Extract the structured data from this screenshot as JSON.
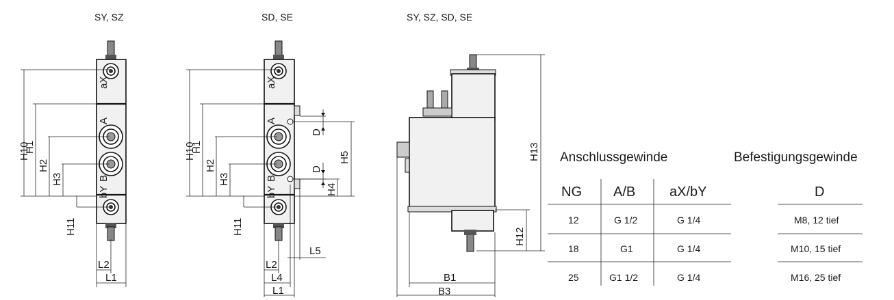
{
  "views": {
    "v1": {
      "title": "SY, SZ",
      "dims": {
        "h10": "H10",
        "h1": "H1",
        "h2": "H2",
        "h3": "H3",
        "h11": "H11",
        "l2": "L2",
        "l1": "L1"
      },
      "ports": {
        "a": "A",
        "b": "B",
        "ax": "aX",
        "by": "bY"
      }
    },
    "v2": {
      "title": "SD, SE",
      "dims": {
        "h10": "H10",
        "h1": "H1",
        "h2": "H2",
        "h3": "H3",
        "h11": "H11",
        "h5": "H5",
        "h4": "H4",
        "d1": "D",
        "d2": "D",
        "l5": "L5",
        "l2": "L2",
        "l4": "L4",
        "l1": "L1"
      },
      "ports": {
        "a": "A",
        "b": "B",
        "ax": "aX",
        "by": "bY"
      }
    },
    "v3": {
      "title": "SY, SZ, SD, SE",
      "dims": {
        "h13": "H13",
        "h12": "H12",
        "b1": "B1",
        "b3": "B3"
      }
    }
  },
  "table_ports": {
    "title": "Anschlussgewinde",
    "headers": [
      "NG",
      "A/B",
      "aX/bY"
    ],
    "rows": [
      [
        "12",
        "G 1/2",
        "G 1/4"
      ],
      [
        "18",
        "G1",
        "G 1/4"
      ],
      [
        "25",
        "G1 1/2",
        "G 1/4"
      ]
    ]
  },
  "table_mount": {
    "title": "Befestigungsgewinde",
    "headers": [
      "D"
    ],
    "rows": [
      [
        "M8, 12 tief"
      ],
      [
        "M10, 15 tief"
      ],
      [
        "M16, 25 tief"
      ]
    ]
  }
}
